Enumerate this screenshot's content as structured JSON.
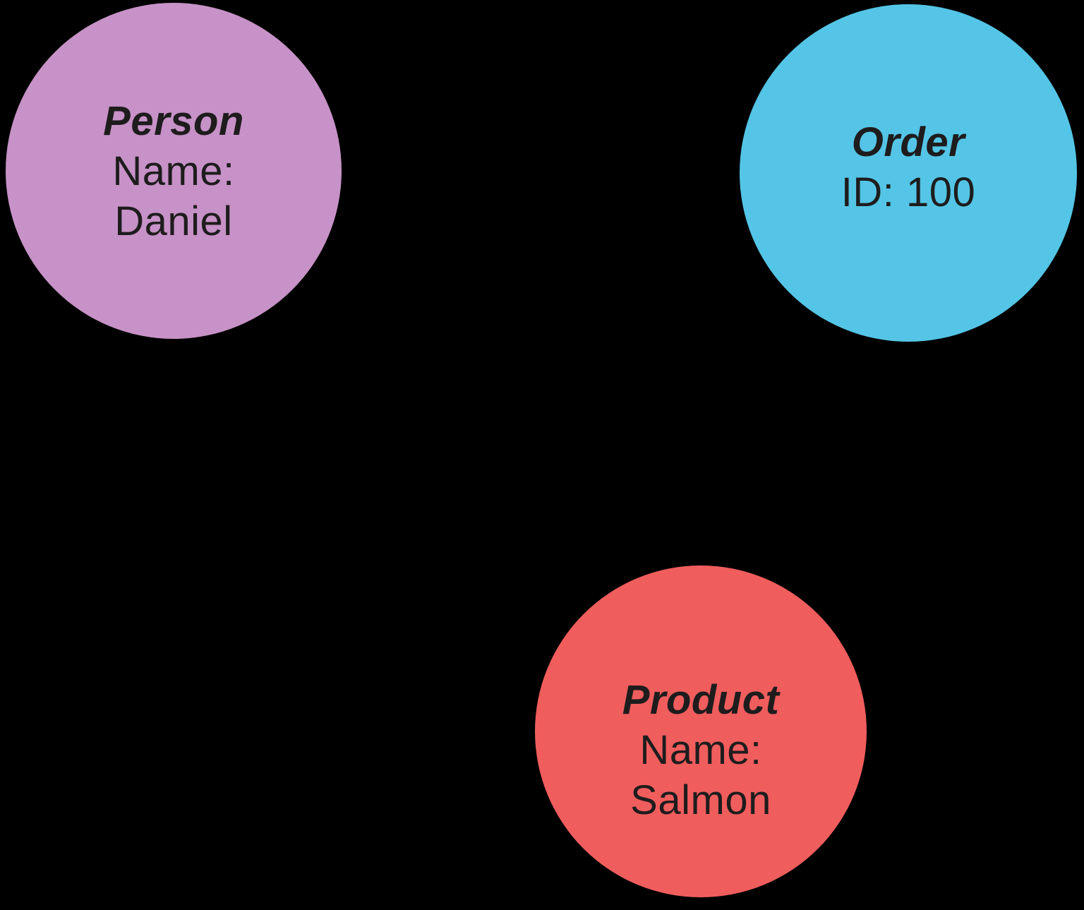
{
  "background_color": "#000000",
  "text_color": "#1e1c1d",
  "nodes": {
    "person": {
      "label": "Person",
      "properties": [
        "Name:",
        "Daniel"
      ],
      "color": "#c792c7"
    },
    "order": {
      "label": "Order",
      "properties": [
        "ID: 100"
      ],
      "color": "#54c5e6"
    },
    "product": {
      "label": "Product",
      "properties": [
        "Name:",
        "Salmon"
      ],
      "color": "#f05d5d"
    }
  }
}
